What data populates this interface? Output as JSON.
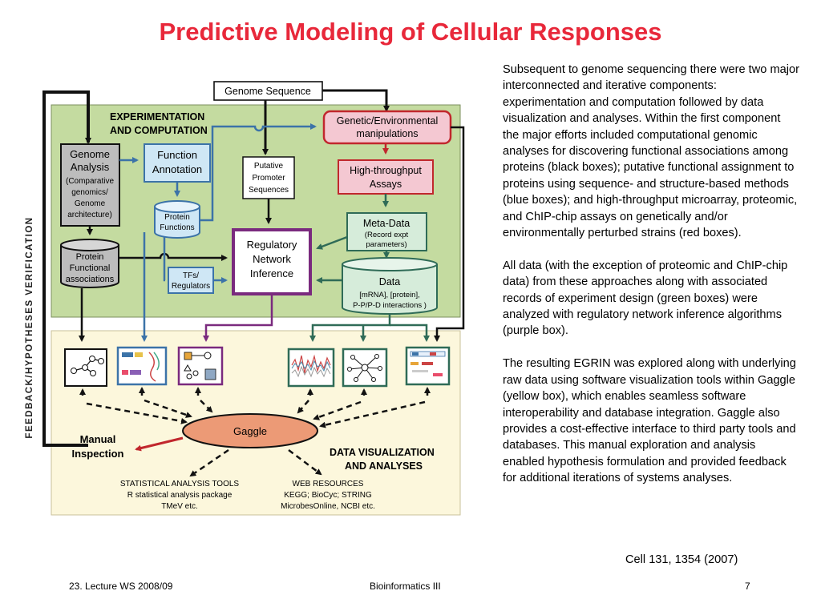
{
  "slide": {
    "title": "Predictive Modeling of Cellular Responses",
    "paragraphs": [
      "Subsequent to genome sequencing there were two major interconnected and iterative components: experimentation and computation followed by data visualization and analyses. Within the first component the major efforts included computational genomic analyses for discovering functional associations among proteins (black boxes); putative functional assignment to proteins using sequence- and structure-based methods (blue boxes); and high-throughput microarray, proteomic, and ChIP-chip assays on genetically and/or environmentally perturbed strains (red boxes).",
      "All data (with the exception of proteomic and ChIP-chip data) from these approaches along with associated records of experiment design (green boxes) were analyzed with regulatory network inference algorithms (purple box).",
      "The resulting EGRIN was explored along with underlying raw data using software visualization tools within Gaggle (yellow box), which enables seamless software interoperability and database integration. Gaggle also provides a cost-effective interface to third party tools and databases. This manual exploration and analysis enabled hypothesis formulation and provided feedback for additional iterations of systems analyses."
    ],
    "citation": "Cell 131, 1354 (2007)"
  },
  "footer": {
    "left": "23. Lecture WS 2008/09",
    "center": "Bioinformatics III",
    "page": "7"
  },
  "diagram": {
    "genome_sequence": "Genome Sequence",
    "experimentation_title": [
      "EXPERIMENTATION",
      "AND COMPUTATION"
    ],
    "feedback_label": "FEEDBACK/HYPOTHESES VERIFICATION",
    "genome_analysis": [
      "Genome",
      "Analysis",
      "(Comparative",
      "genomics/",
      "Genome",
      "architecture)"
    ],
    "function_annotation": [
      "Function",
      "Annotation"
    ],
    "protein_functions": [
      "Protein",
      "Functions"
    ],
    "putative_promoter": [
      "Putative",
      "Promoter",
      "Sequences"
    ],
    "genetic_env": [
      "Genetic/Environmental",
      "manipulations"
    ],
    "high_throughput": [
      "High-throughput",
      "Assays"
    ],
    "meta_data": [
      "Meta-Data",
      "(Record expt",
      "parameters)"
    ],
    "protein_functional_assoc": [
      "Protein",
      "Functional",
      "associations"
    ],
    "regulatory_network": [
      "Regulatory",
      "Network",
      "Inference"
    ],
    "tfs_regulators": [
      "TFs/",
      "Regulators"
    ],
    "data_box": [
      "Data",
      "[mRNA], [protein],",
      "P-P/P-D interactions )"
    ],
    "gaggle": "Gaggle",
    "manual_inspection": [
      "Manual",
      "Inspection"
    ],
    "data_vis_title": [
      "DATA VISUALIZATION",
      "AND ANALYSES"
    ],
    "stat_tools": [
      "STATISTICAL ANALYSIS TOOLS",
      "R statistical analysis package",
      "TMeV etc."
    ],
    "web_resources": [
      "WEB RESOURCES",
      "KEGG; BioCyc; STRING",
      "MicrobesOnline, NCBI etc."
    ],
    "colors": {
      "title_red": "#e8283a",
      "green_panel": "#c4dba0",
      "yellow_panel": "#fcf7dc",
      "blue_box": "#cfe7f5",
      "red_box": "#f4c8d2",
      "green_box": "#d6ecda",
      "purple": "#7a2a7e",
      "gaggle": "#ec9a76",
      "arrow_blue": "#3c73a8",
      "arrow_green": "#2f6b57",
      "arrow_red": "#c1272d"
    }
  }
}
